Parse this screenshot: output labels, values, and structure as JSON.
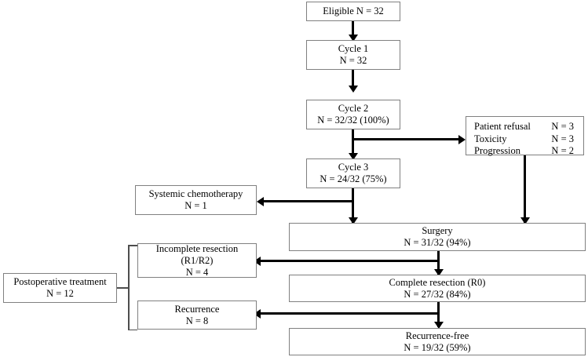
{
  "diagram": {
    "title": "Neoadjuvant treatment and surgery CONSORT-style flow diagram",
    "nodes": {
      "eligible": {
        "lines": [
          "Eligible N = 32"
        ]
      },
      "cycle1": {
        "lines": [
          "Cycle 1",
          "N = 32"
        ]
      },
      "cycle2": {
        "lines": [
          "Cycle 2",
          "N = 32/32 (100%)"
        ]
      },
      "cycle3": {
        "lines": [
          "Cycle 3",
          "N = 24/32 (75%)"
        ]
      },
      "dropouts": {
        "rows": [
          {
            "label": "Patient refusal",
            "value": "N = 3"
          },
          {
            "label": "Toxicity",
            "value": "N = 3"
          },
          {
            "label": "Progression",
            "value": "N = 2"
          }
        ]
      },
      "systemic": {
        "lines": [
          "Systemic chemotherapy",
          "N = 1"
        ]
      },
      "surgery": {
        "lines": [
          "Surgery",
          "N = 31/32 (94%)"
        ]
      },
      "incomplete": {
        "lines": [
          "Incomplete resection",
          "(R1/R2)",
          "N = 4"
        ]
      },
      "complete": {
        "lines": [
          "Complete resection (R0)",
          "N = 27/32 (84%)"
        ]
      },
      "recurrence": {
        "lines": [
          "Recurrence",
          "N = 8"
        ]
      },
      "recfree": {
        "lines": [
          "Recurrence-free",
          "N = 19/32 (59%)"
        ]
      },
      "postop": {
        "lines": [
          "Postoperative treatment",
          "N = 12"
        ]
      }
    },
    "colors": {
      "box_border": "#808080",
      "connector": "#000000",
      "brace": "#4d4d4d",
      "text": "#000000",
      "background": "#ffffff"
    }
  }
}
